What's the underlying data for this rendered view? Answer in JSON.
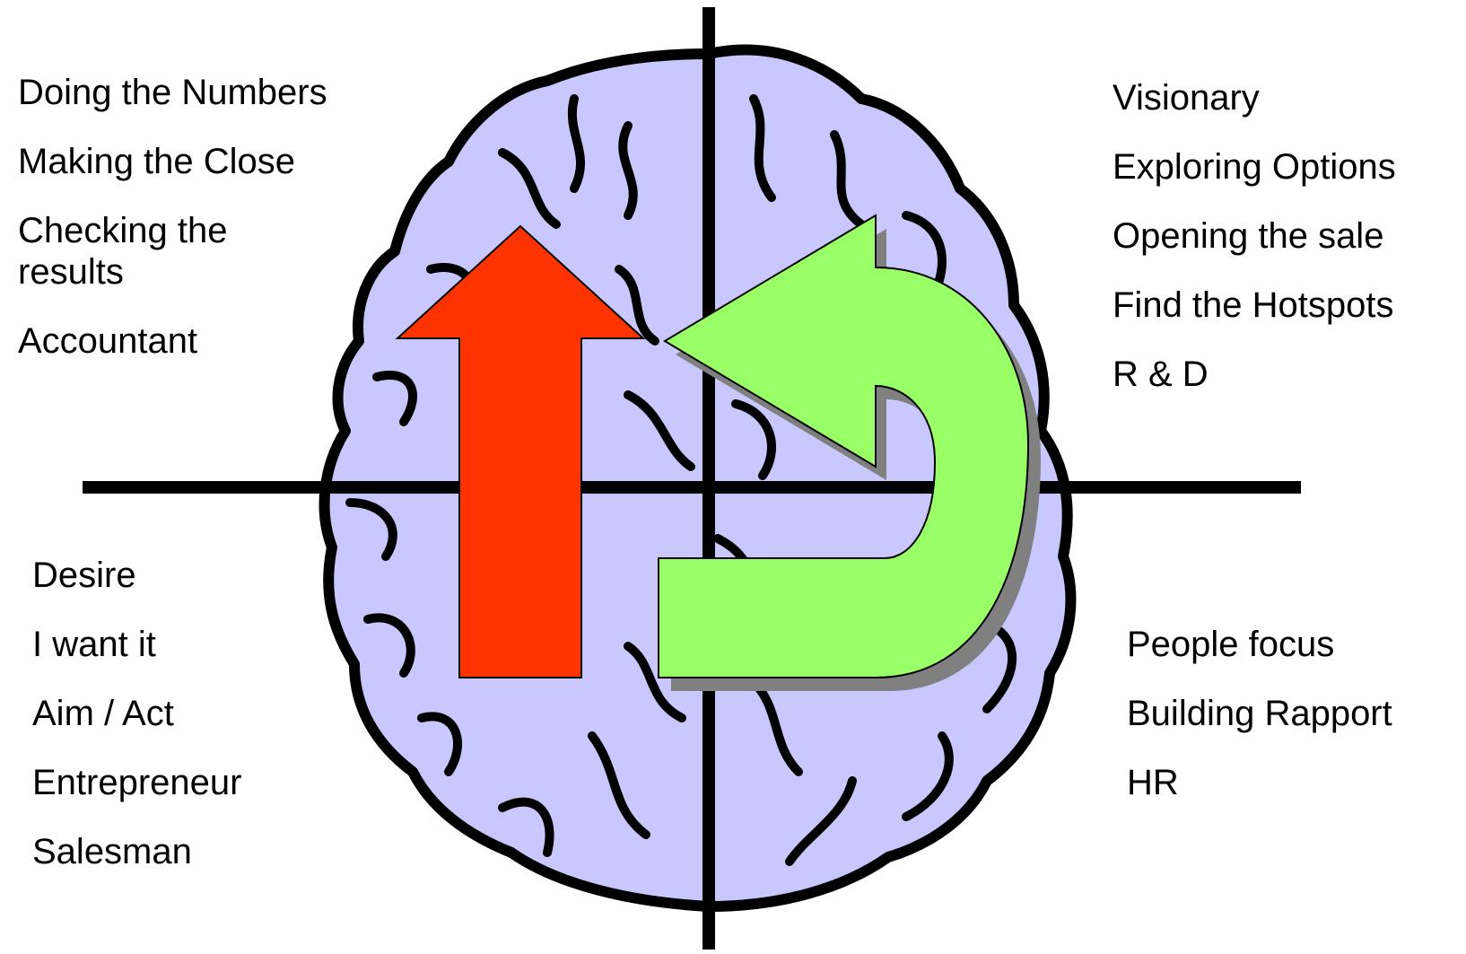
{
  "colors": {
    "brain_fill": "#c8c8ff",
    "brain_outline": "#000000",
    "axis": "#000000",
    "red_arrow": "#ff3300",
    "green_arrow": "#99ff66",
    "arrow_shadow": "#808080"
  },
  "quadrants": {
    "top_left": {
      "items": [
        "Doing the Numbers",
        "Making the Close",
        "Checking the results",
        "Accountant"
      ]
    },
    "top_right": {
      "items": [
        "Visionary",
        "Exploring Options",
        "Opening the sale",
        "Find the Hotspots",
        "R & D"
      ]
    },
    "bottom_left": {
      "items": [
        "Desire",
        "I want it",
        "Aim / Act",
        "Entrepreneur",
        "Salesman"
      ]
    },
    "bottom_right": {
      "items": [
        "People focus",
        "Building Rapport",
        "HR"
      ]
    }
  },
  "icons": {
    "brain": "brain-illustration",
    "up_arrow": "up-arrow-icon",
    "curved_arrow": "u-turn-arrow-icon"
  }
}
